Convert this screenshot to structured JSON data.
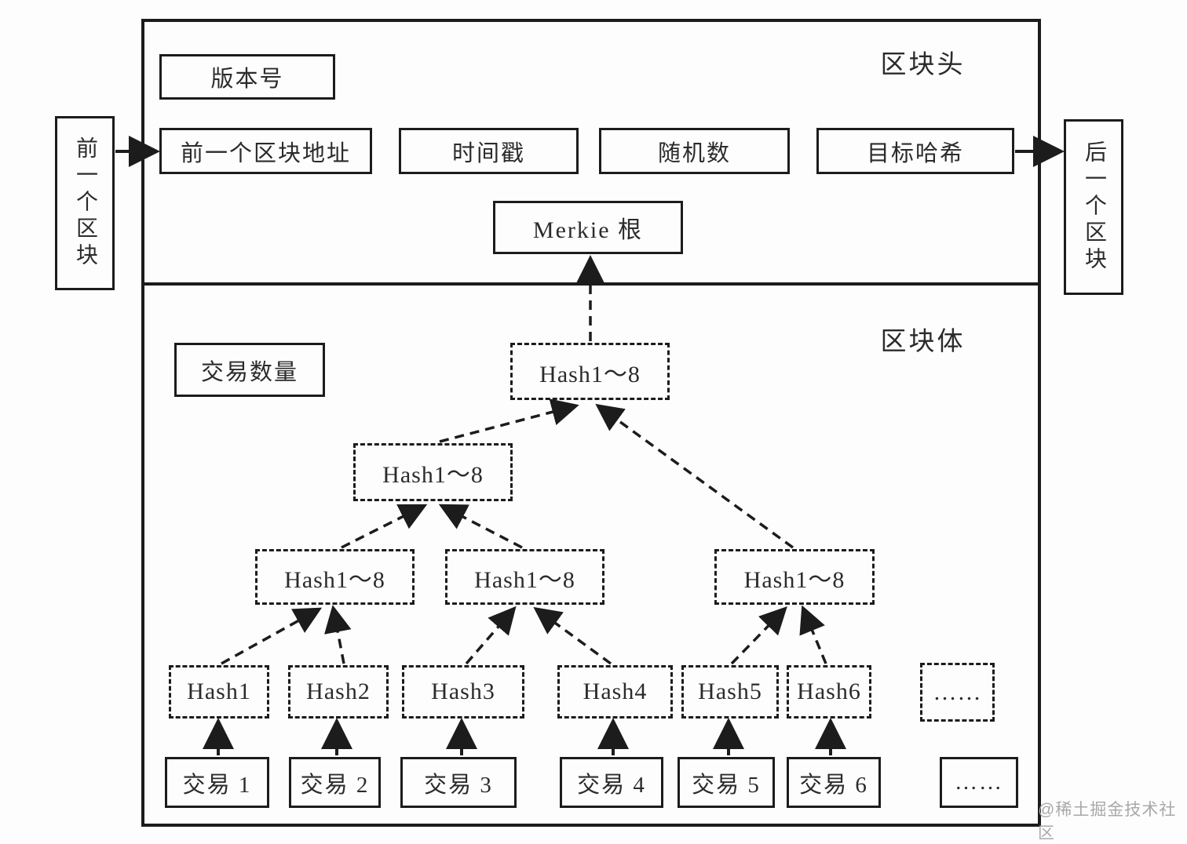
{
  "diagram": {
    "header_section_label": "区块头",
    "body_section_label": "区块体",
    "prev_block_label": "前一个区块",
    "next_block_label": "后一个区块",
    "header_fields": {
      "version": "版本号",
      "prev_address": "前一个区块地址",
      "timestamp": "时间戳",
      "nonce": "随机数",
      "target_hash": "目标哈希",
      "merkle_root": "Merkie 根"
    },
    "body": {
      "tx_count": "交易数量",
      "merkle_top": "Hash1～8",
      "merkle_l2": "Hash1～8",
      "merkle_l3": [
        "Hash1～8",
        "Hash1～8",
        "Hash1～8"
      ],
      "leaf_hashes": [
        "Hash1",
        "Hash2",
        "Hash3",
        "Hash4",
        "Hash5",
        "Hash6",
        "……"
      ],
      "transactions": [
        "交易 1",
        "交易 2",
        "交易 3",
        "交易 4",
        "交易 5",
        "交易 6",
        "……"
      ]
    },
    "watermark": "@稀土掘金技术社区",
    "colors": {
      "line": "#1c1c1c",
      "watermark": "#a8a8a8",
      "background": "#fdfdfd"
    }
  }
}
